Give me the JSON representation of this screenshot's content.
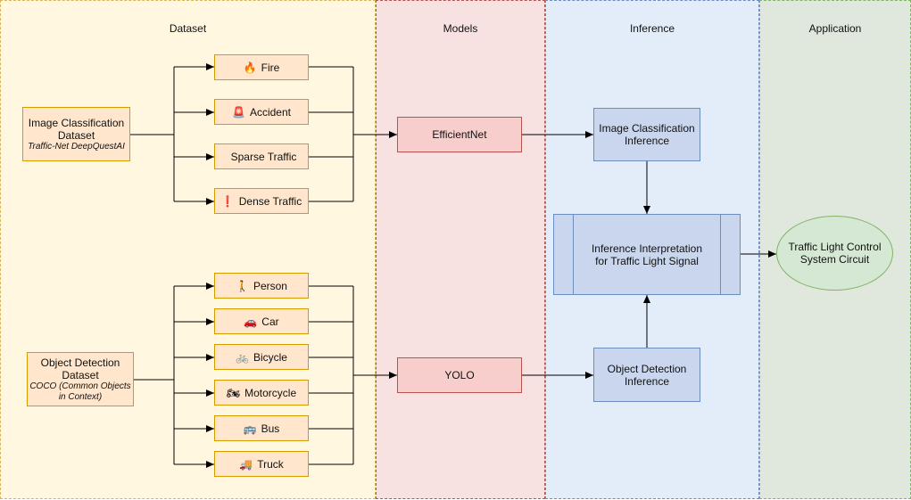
{
  "lanes": {
    "dataset": "Dataset",
    "models": "Models",
    "inference": "Inference",
    "application": "Application"
  },
  "colors": {
    "dataset_lane": "#fff7df",
    "models_lane": "#f7e1e1",
    "inference_lane": "#e3ecf9",
    "application_lane": "#e0e8de",
    "dataset_box": "#ffe6cc",
    "model_box": "#f8cecc",
    "inference_box": "#c9d6ee",
    "application_box": "#d5e8d4"
  },
  "datasets": {
    "classification": {
      "title": "Image Classification Dataset",
      "subtitle": "Traffic-Net DeepQuestAI"
    },
    "detection": {
      "title": "Object Detection Dataset",
      "subtitle": "COCO (Common Objects in Context)"
    }
  },
  "classes": {
    "classification": [
      {
        "emoji": "🔥",
        "label": "Fire"
      },
      {
        "emoji": "🚨",
        "label": "Accident"
      },
      {
        "emoji": "",
        "label": "Sparse Traffic"
      },
      {
        "emoji": "❗",
        "label": "Dense Traffic"
      }
    ],
    "detection": [
      {
        "emoji": "🚶",
        "label": "Person"
      },
      {
        "emoji": "🚗",
        "label": "Car"
      },
      {
        "emoji": "🚲",
        "label": "Bicycle"
      },
      {
        "emoji": "🏍",
        "label": "Motorcycle"
      },
      {
        "emoji": "🚌",
        "label": "Bus"
      },
      {
        "emoji": "🚚",
        "label": "Truck"
      }
    ]
  },
  "models": {
    "efficientnet": "EfficientNet",
    "yolo": "YOLO"
  },
  "inference": {
    "classification": "Image Classification Inference",
    "interpretation": "Inference Interpretation for Traffic Light Signal",
    "detection": "Object Detection Inference"
  },
  "application": {
    "circuit": "Traffic Light Control System Circuit"
  }
}
